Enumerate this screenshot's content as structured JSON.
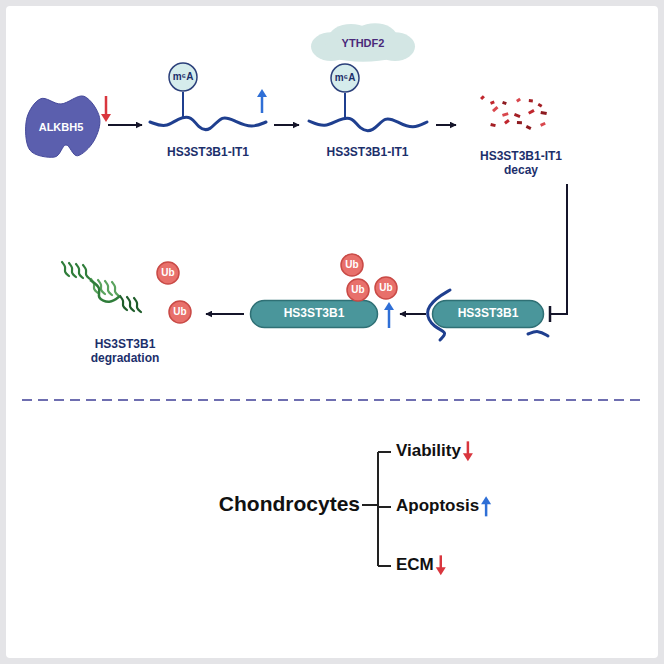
{
  "diagram": {
    "nodes": [
      {
        "text": [
          "ALKBH5"
        ]
      },
      {
        "text": [
          "HS3ST3B1-IT1"
        ]
      },
      {
        "text": [
          "m⁶A"
        ],
        "in": 1
      },
      {
        "text": [
          "HS3ST3B1-IT1"
        ]
      },
      {
        "text": [
          "YTHDF2"
        ],
        "in": 3
      },
      {
        "text": [
          "m⁶A"
        ],
        "in": 3
      },
      {
        "text": [
          "HS3ST3B1-IT1 decay"
        ]
      },
      {
        "text": [
          "HS3ST3B1"
        ]
      },
      {
        "text": [
          "HS3ST3B1"
        ]
      },
      {
        "text": [
          "Ub"
        ]
      },
      {
        "text": [
          "Ub"
        ]
      },
      {
        "text": [
          "Ub"
        ]
      },
      {
        "text": [
          "HS3ST3B1 degradation"
        ]
      },
      {
        "text": [
          "Ub"
        ],
        "in": 12
      },
      {
        "text": [
          "Ub"
        ],
        "in": 12
      }
    ],
    "edges": [
      {
        "from": 0,
        "to": 1,
        "arrow": "to"
      },
      {
        "from": 1,
        "to": 3,
        "arrow": "to"
      },
      {
        "from": 3,
        "to": 6,
        "arrow": "to"
      },
      {
        "from": 6,
        "to": 7,
        "arrow": "to"
      },
      {
        "from": 7,
        "to": 8,
        "arrow": "to"
      },
      {
        "from": 8,
        "to": 12,
        "arrow": "to"
      }
    ],
    "labels": [
      "Chondrocytes",
      "Viability",
      "Apoptosis",
      "ECM"
    ]
  }
}
